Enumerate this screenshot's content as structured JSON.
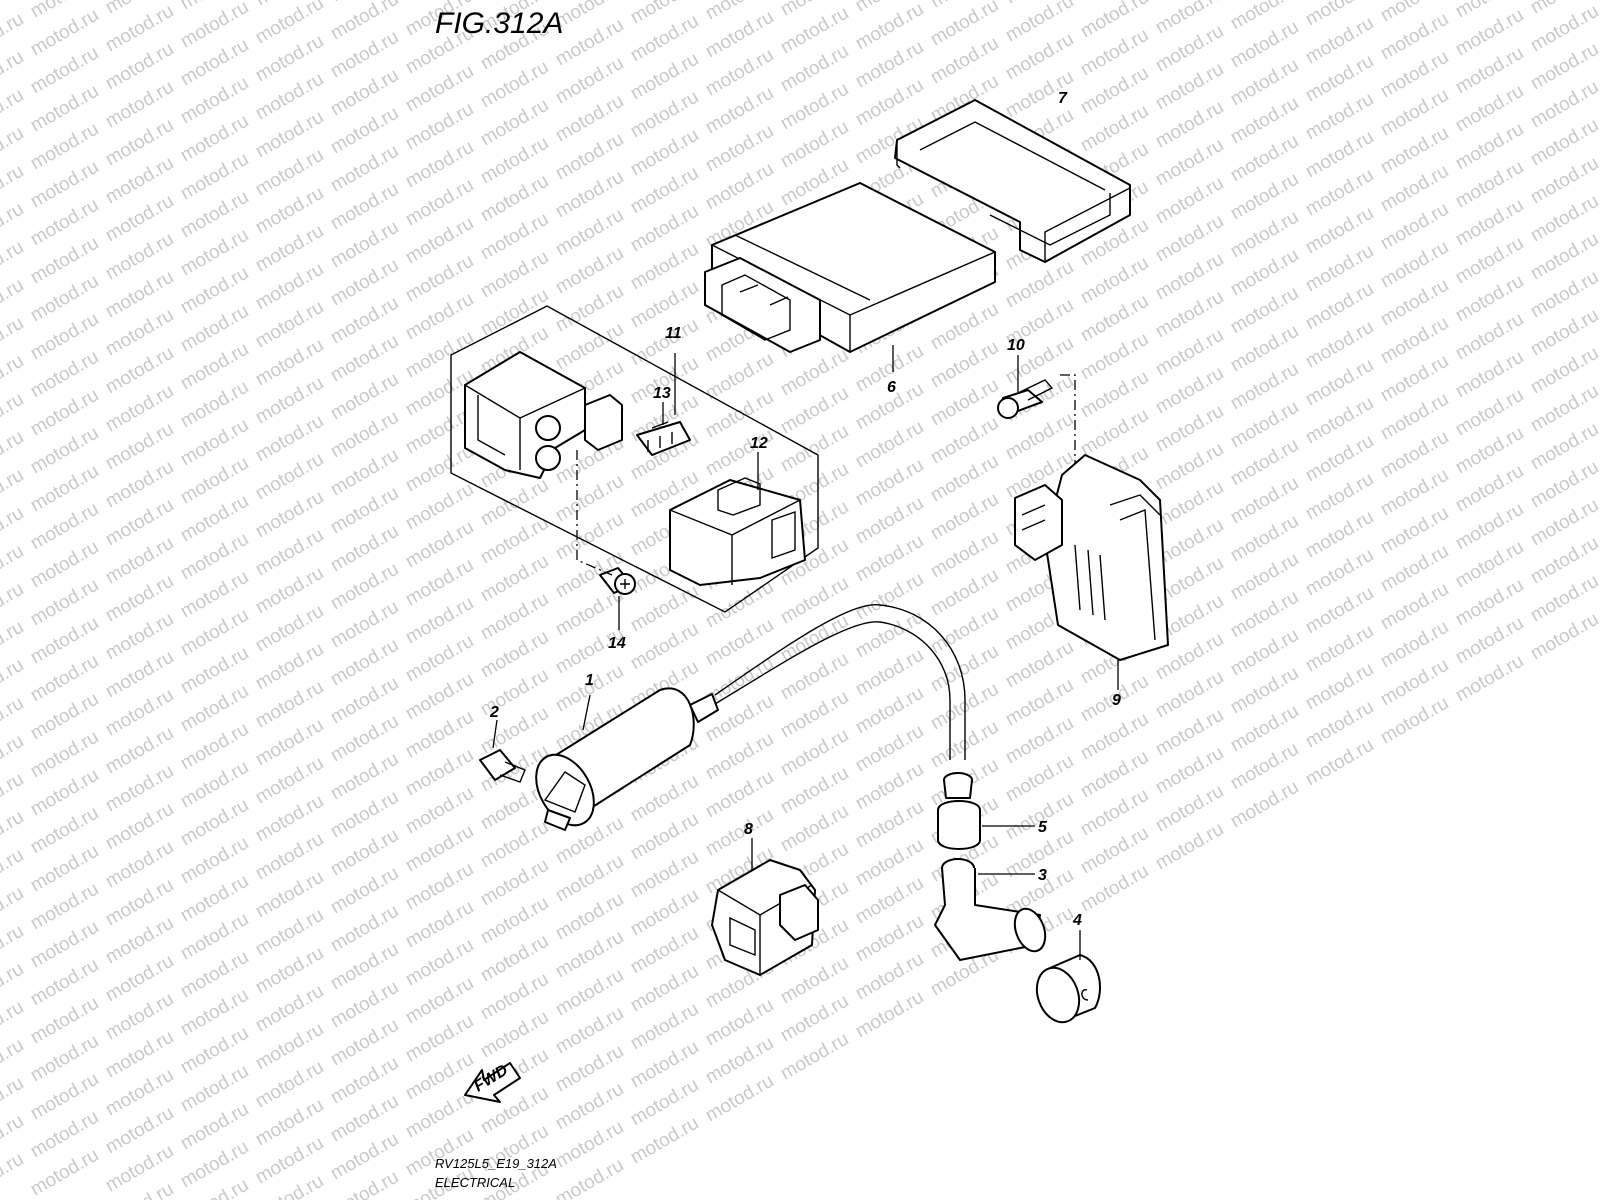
{
  "figure": {
    "title": "FIG.312A"
  },
  "watermark": {
    "text": "motod.ru"
  },
  "footer": {
    "code": "RV125L5_E19_312A",
    "section": "ELECTRICAL"
  },
  "fwd": {
    "label": "FWD"
  },
  "callouts": {
    "c1": "1",
    "c2": "2",
    "c3": "3",
    "c4": "4",
    "c5": "5",
    "c6": "6",
    "c7": "7",
    "c8": "8",
    "c9": "9",
    "c10": "10",
    "c11": "11",
    "c12": "12",
    "c13": "13",
    "c14": "14"
  },
  "icons": {
    "ignition_coil": "ignition-coil-icon",
    "ecm": "ecm-unit-icon",
    "ecm_cover": "ecm-cover-icon",
    "regulator": "regulator-rectifier-icon",
    "relay": "starter-relay-icon",
    "fuse": "fuse-icon",
    "fuse_cover": "relay-cover-icon",
    "connector": "connector-icon",
    "plug_cap": "spark-plug-cap-icon"
  }
}
